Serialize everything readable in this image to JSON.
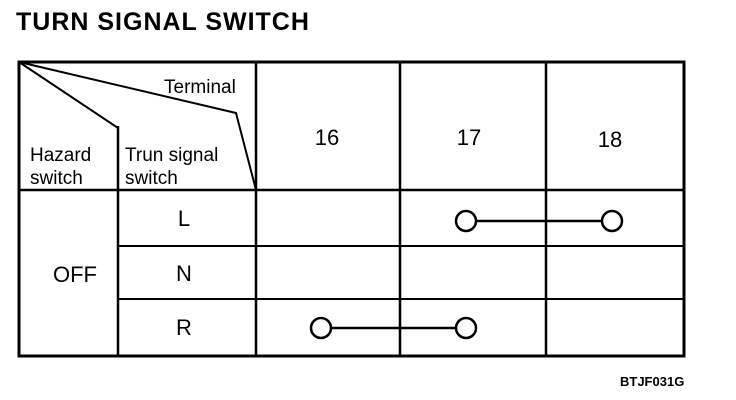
{
  "title": "TURN SIGNAL SWITCH",
  "header": {
    "terminal": "Terminal",
    "hazard_line1": "Hazard",
    "hazard_line2": "switch",
    "turn_line1": "Trun signal",
    "turn_line2": "switch"
  },
  "terminals": [
    "16",
    "17",
    "18"
  ],
  "hazard_state": "OFF",
  "positions": [
    {
      "label": "L",
      "connects": [
        "17",
        "18"
      ]
    },
    {
      "label": "N",
      "connects": []
    },
    {
      "label": "R",
      "connects": [
        "16",
        "17"
      ]
    }
  ],
  "figure_code": "BTJF031G"
}
